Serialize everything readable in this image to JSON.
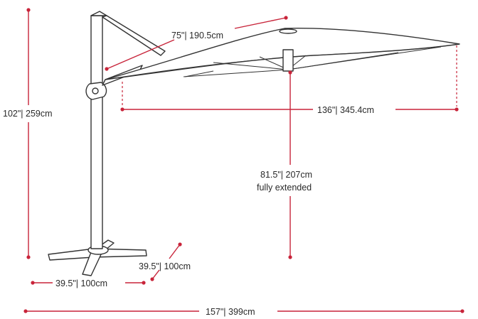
{
  "colors": {
    "dimension": "#c8243a",
    "outline": "#333333",
    "text": "#2a2a2a"
  },
  "dimensions": {
    "arm_length": "75\"| 190.5cm",
    "canopy_width": "136\"| 345.4cm",
    "total_height": "102\"| 259cm",
    "clearance_value": "81.5\"| 207cm",
    "clearance_note": "fully extended",
    "base_depth": "39.5\"| 100cm",
    "base_width": "39.5\"| 100cm",
    "total_width": "157\"| 399cm"
  }
}
